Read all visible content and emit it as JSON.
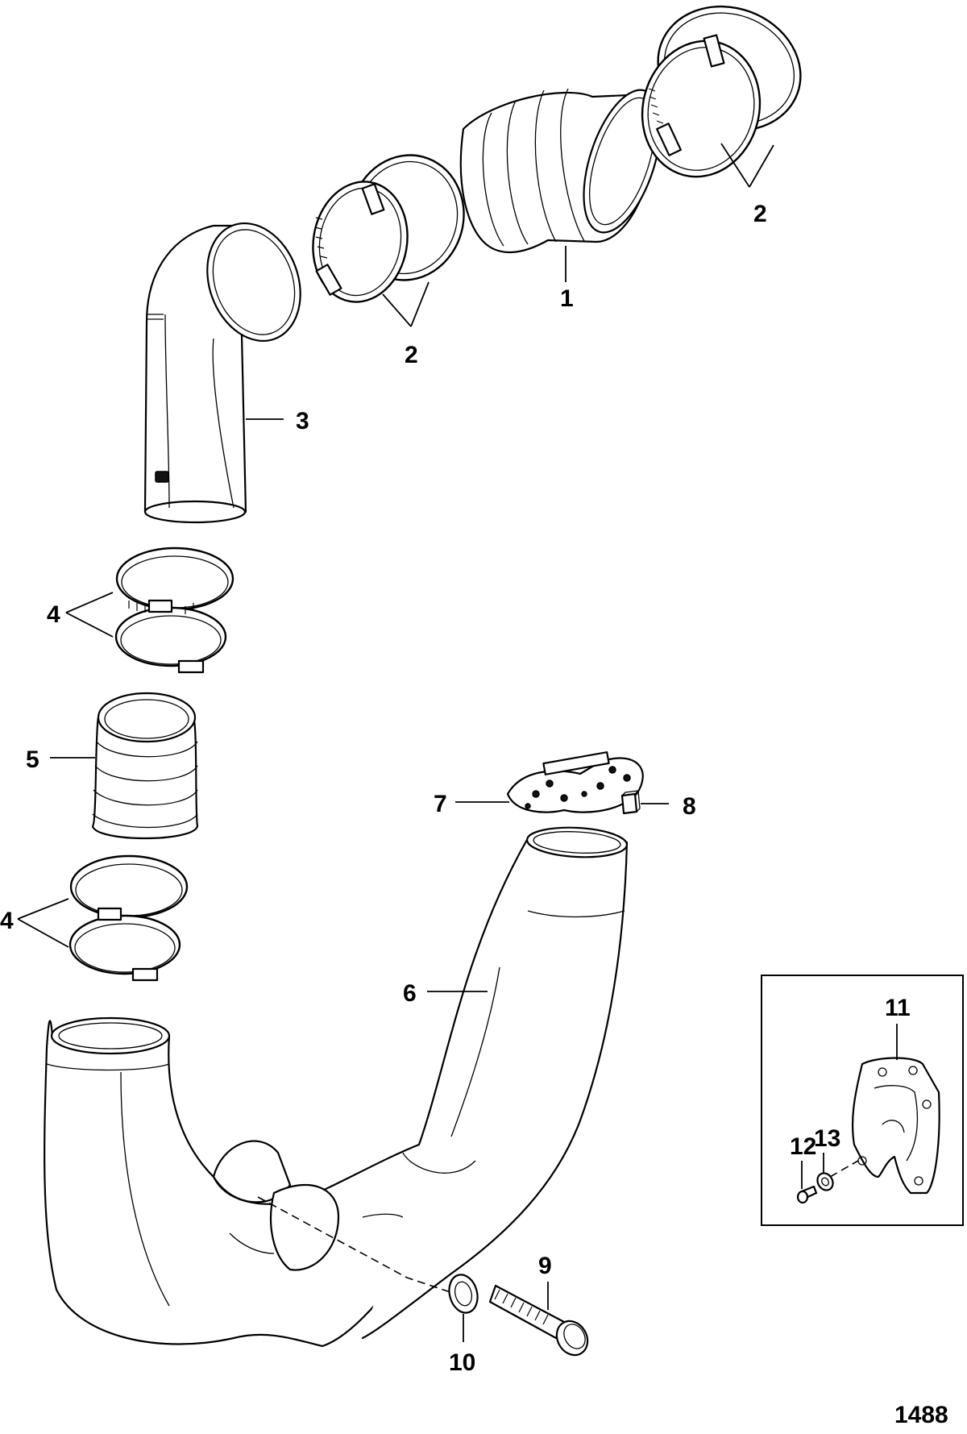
{
  "figure_number": "1488",
  "callouts": {
    "c1": "1",
    "c2a": "2",
    "c2b": "2",
    "c3": "3",
    "c4a": "4",
    "c4b": "4",
    "c5": "5",
    "c6": "6",
    "c7": "7",
    "c8": "8",
    "c9": "9",
    "c10": "10",
    "c11": "11",
    "c12": "12",
    "c13": "13"
  }
}
